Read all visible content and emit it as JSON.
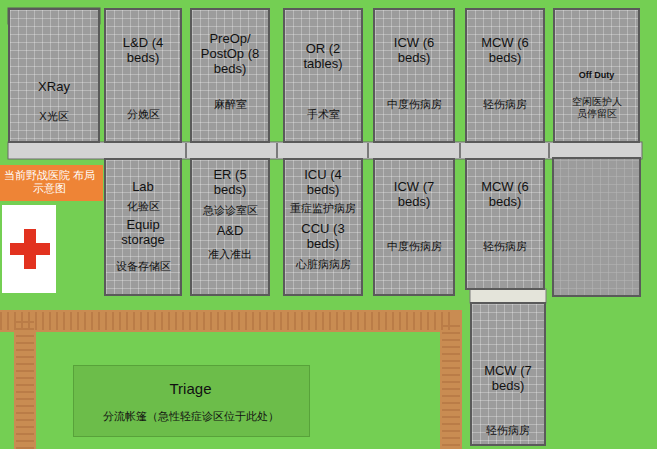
{
  "diagram": {
    "nodes": [
      {
        "text": [
          "XRay",
          "X光区"
        ]
      },
      {
        "text": [
          "L&D (4 beds)",
          "分娩区"
        ]
      },
      {
        "text": [
          "PreOp/ PostOp (8 beds)",
          "麻醉室"
        ]
      },
      {
        "text": [
          "OR (2 tables)",
          "手术室"
        ]
      },
      {
        "text": [
          "ICW (6 beds)",
          "中度伤病房"
        ]
      },
      {
        "text": [
          "MCW (6 beds)",
          "轻伤病房"
        ]
      },
      {
        "text": [
          "Off Duty",
          "空闲医护人 员停留区"
        ]
      },
      {
        "text": [
          "当前野战医院 布局示意图"
        ]
      },
      {
        "text": [
          "Lab",
          "化验区",
          "Equip storage",
          "设备存储区"
        ]
      },
      {
        "text": [
          "ER (5 beds)",
          "急诊诊室区",
          "A&D",
          "准入准出"
        ]
      },
      {
        "text": [
          "ICU (4 beds)",
          "重症监护病房",
          "CCU (3 beds)",
          "心脏病病房"
        ]
      },
      {
        "text": [
          "ICW (7 beds)",
          "中度伤病房"
        ]
      },
      {
        "text": [
          "MCW (6 beds)",
          "轻伤病房"
        ]
      },
      {
        "text": [
          "MCW (7 beds)",
          "轻伤病房"
        ]
      },
      {
        "text": [
          "Triage",
          "分流帐篷（急性轻症诊区位于此处）"
        ]
      }
    ]
  }
}
